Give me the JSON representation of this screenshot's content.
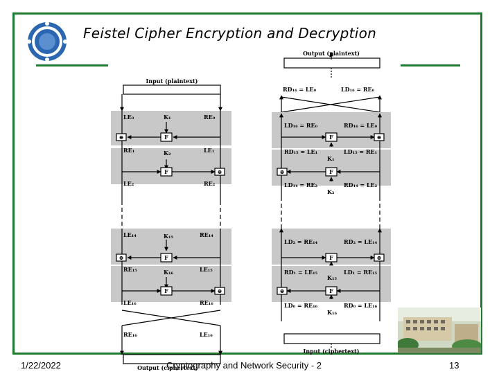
{
  "slide": {
    "title": "Feistel Cipher Encryption and Decryption",
    "date": "1/22/2022",
    "course": "Cryptography and Network Security - 2",
    "page_number": "13",
    "accent_color": "#1e7a2e"
  },
  "encryption": {
    "input_label": "Input (plaintext)",
    "output_label": "Output (ciphertext)",
    "round1": {
      "left": "LE₀",
      "key": "K₁",
      "right": "RE₀"
    },
    "round2": {
      "left": "RE₁",
      "key": "K₂",
      "right": "LE₁"
    },
    "after2": {
      "left": "LE₂",
      "right": "RE₂"
    },
    "round15": {
      "left": "LE₁₄",
      "key": "K₁₅",
      "right": "RE₁₄"
    },
    "round16": {
      "left": "RE₁₅",
      "key": "K₁₆",
      "right": "LE₁₅"
    },
    "after16": {
      "left": "LE₁₆",
      "right": "RE₁₆"
    },
    "final": {
      "left": "RE₁₆",
      "right": "LE₁₆"
    },
    "f_label": "F",
    "xor_label": "⊕"
  },
  "decryption": {
    "output_label": "Output (plaintext)",
    "input_label": "Input (ciphertext)",
    "top": {
      "left": "RD₁₆ = LE₀",
      "right": "LD₁₆ = RE₀"
    },
    "r16": {
      "left": "LD₁₆ = RE₀",
      "right": "RD₁₆ = LE₀"
    },
    "r15": {
      "left": "RD₁₅ = LE₁",
      "key": "K₁",
      "right": "LD₁₅ = RE₁"
    },
    "r14": {
      "left": "LD₁₄ = RE₂",
      "key": "K₂",
      "right": "RD₁₄ = LE₂"
    },
    "r2": {
      "left": "LD₂ = RE₁₄",
      "right": "RD₂ = LE₁₄"
    },
    "r1": {
      "left": "RD₁ = LE₁₅",
      "key": "K₁₅",
      "right": "LD₁ = RE₁₅"
    },
    "r0": {
      "left": "LD₀ = RE₁₆",
      "key": "K₁₆",
      "right": "RD₀ = LE₁₆"
    }
  }
}
